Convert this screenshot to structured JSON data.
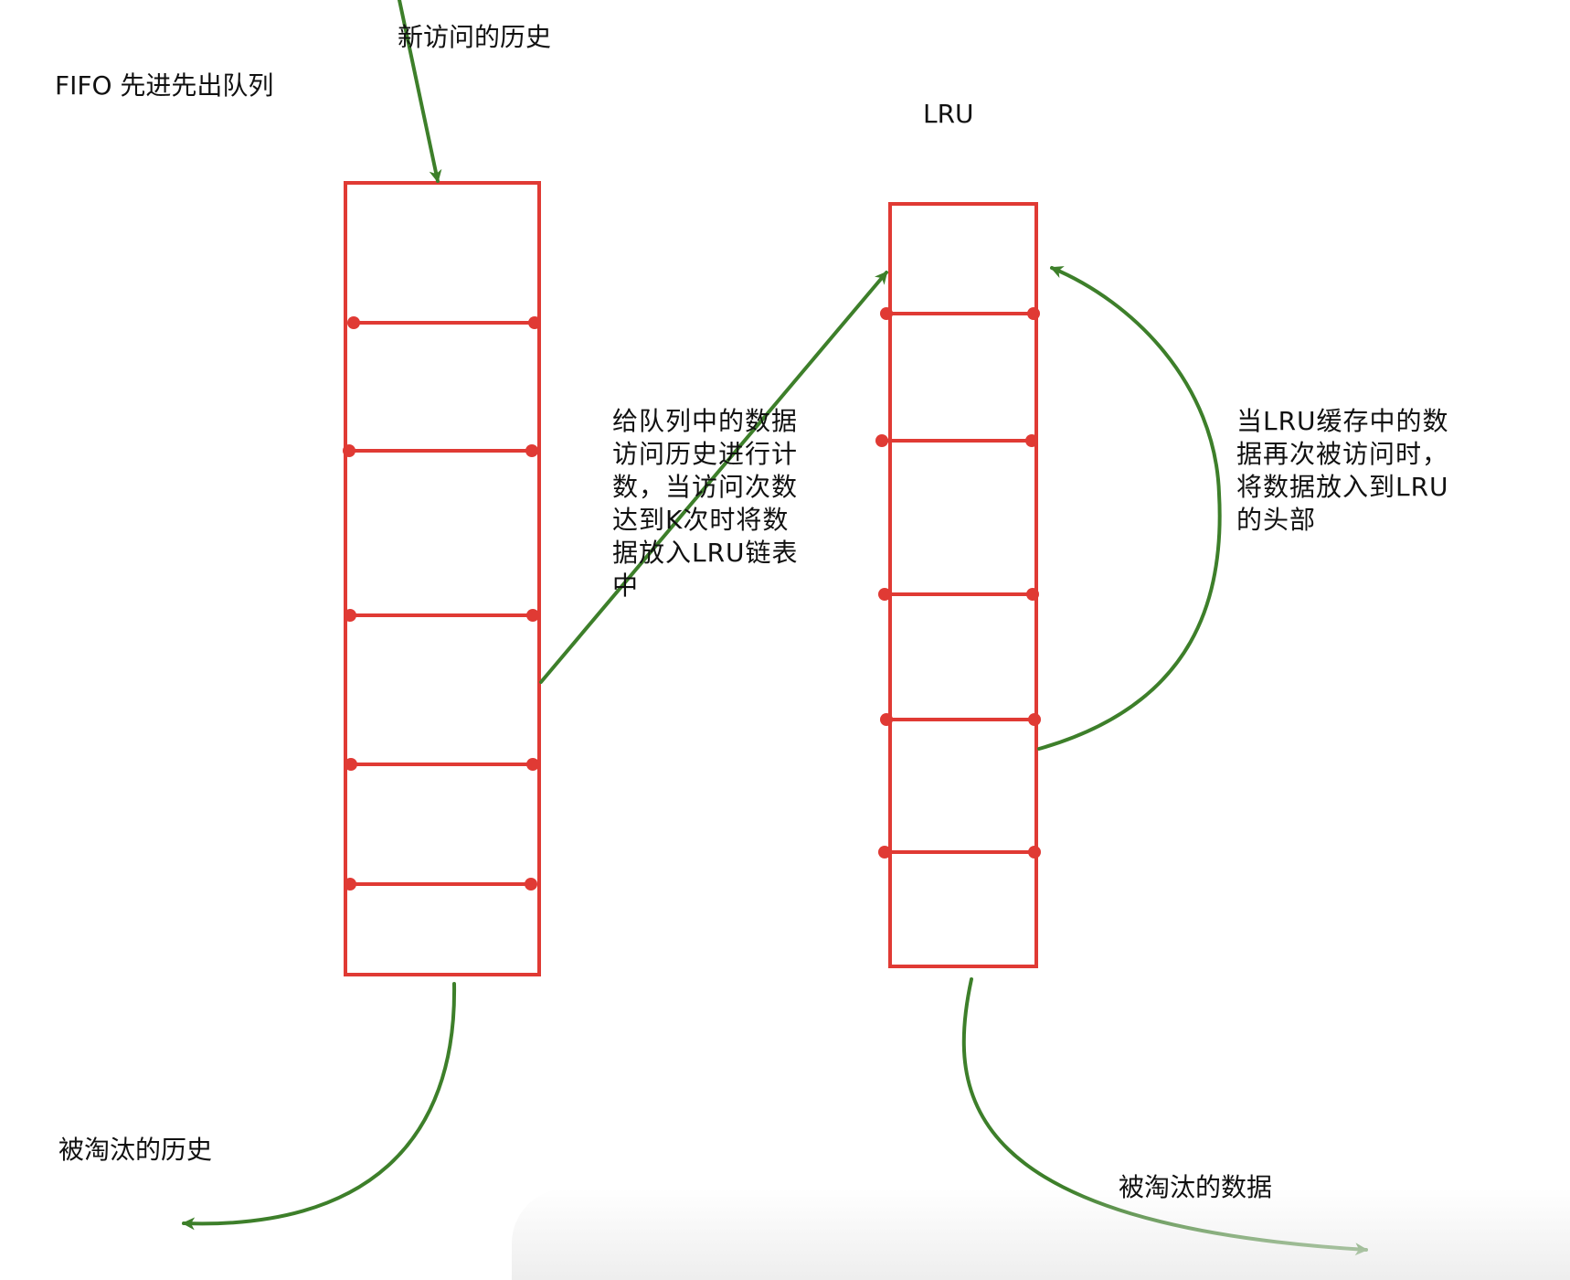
{
  "title_fifo": "FIFO 先进先出队列",
  "title_lru": "LRU",
  "label_new_access": "新访问的历史",
  "label_evicted_history": "被淘汰的历史",
  "label_evicted_data": "被淘汰的数据",
  "note_count": [
    "给队列中的数据",
    "访问历史进行计",
    "数，当访问次数",
    "达到K次时将数",
    "据放入LRU链表",
    "中"
  ],
  "note_reaccess": [
    "当LRU缓存中的数",
    "据再次被访问时，",
    "将数据放入到LRU",
    "的头部"
  ],
  "colors": {
    "box_stroke": "#e03a34",
    "arrow": "#3d7f2a",
    "text": "#111111"
  }
}
